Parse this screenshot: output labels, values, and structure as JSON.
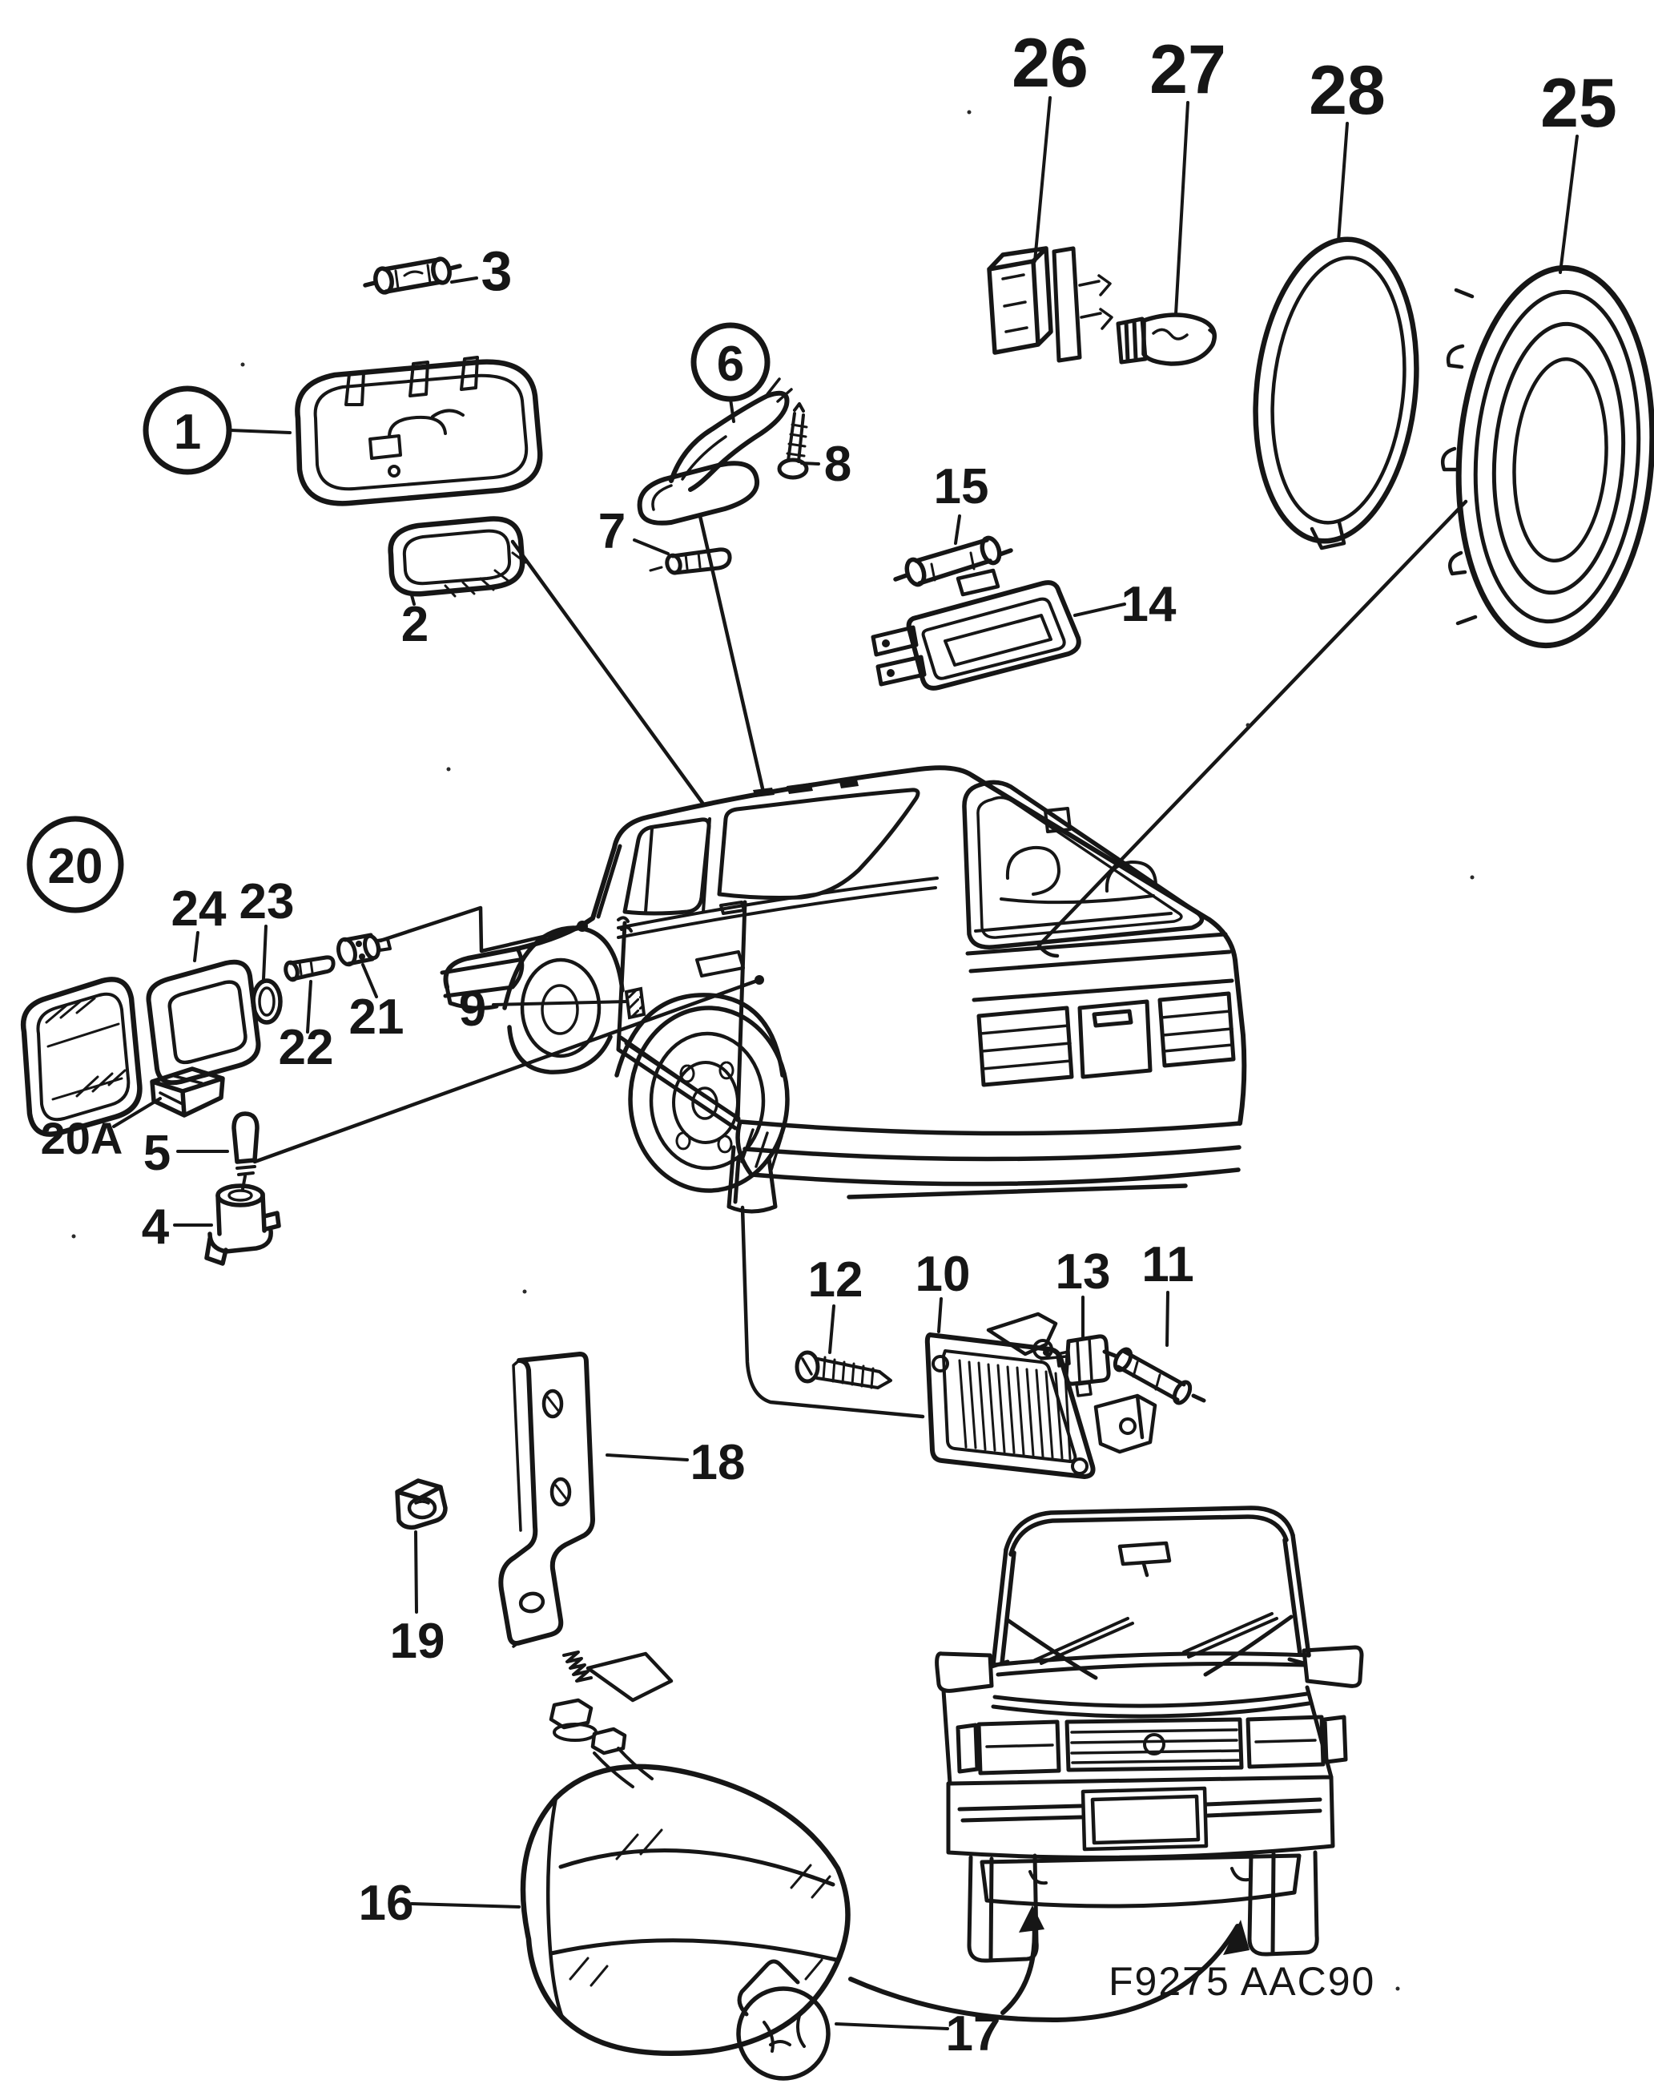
{
  "figure": {
    "code": "F9275 AAC90",
    "description": "Exploded parts diagram of car interior and exterior lighting, rear three-quarter car view and front car view"
  },
  "colors": {
    "ink": "#161616",
    "paper": "#ffffff"
  },
  "callouts": {
    "c1": {
      "text": "1",
      "circled": true
    },
    "c2": {
      "text": "2"
    },
    "c3": {
      "text": "3"
    },
    "c4": {
      "text": "4"
    },
    "c5": {
      "text": "5"
    },
    "c6": {
      "text": "6",
      "circled": true
    },
    "c7": {
      "text": "7"
    },
    "c8": {
      "text": "8"
    },
    "c9": {
      "text": "9"
    },
    "c10": {
      "text": "10"
    },
    "c11": {
      "text": "11"
    },
    "c12": {
      "text": "12"
    },
    "c13": {
      "text": "13"
    },
    "c14": {
      "text": "14"
    },
    "c15": {
      "text": "15"
    },
    "c16": {
      "text": "16"
    },
    "c17": {
      "text": "17"
    },
    "c18": {
      "text": "18"
    },
    "c19": {
      "text": "19"
    },
    "c20": {
      "text": "20",
      "circled": true
    },
    "c20a": {
      "text": "20A"
    },
    "c21": {
      "text": "21"
    },
    "c22": {
      "text": "22"
    },
    "c23": {
      "text": "23"
    },
    "c24": {
      "text": "24"
    },
    "c25": {
      "text": "25"
    },
    "c26": {
      "text": "26"
    },
    "c27": {
      "text": "27"
    },
    "c28": {
      "text": "28"
    }
  }
}
